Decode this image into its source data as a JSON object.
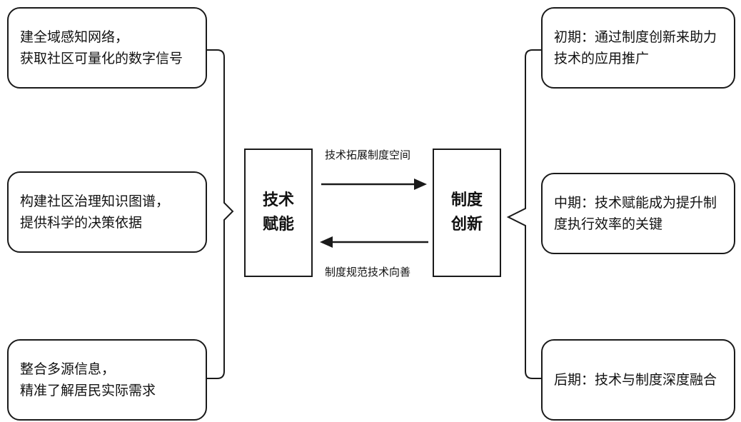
{
  "left_items": [
    {
      "line1": "建全域感知网络，",
      "line2": "获取社区可量化的数字信号"
    },
    {
      "line1": "构建社区治理知识图谱，",
      "line2": "提供科学的决策依据"
    },
    {
      "line1": "整合多源信息，",
      "line2": "精准了解居民实际需求"
    }
  ],
  "center_left": {
    "line1": "技术",
    "line2": "赋能"
  },
  "center_right": {
    "line1": "制度",
    "line2": "创新"
  },
  "arrow_top_label": "技术拓展制度空间",
  "arrow_bottom_label": "制度规范技术向善",
  "right_items": [
    {
      "line1": "初期：通过制度创新来助力",
      "line2": "技术的应用推广"
    },
    {
      "line1": "中期：技术赋能成为提升制",
      "line2": "度执行效率的关键"
    },
    {
      "line1": "后期：技术与制度深度融合",
      "line2": ""
    }
  ]
}
